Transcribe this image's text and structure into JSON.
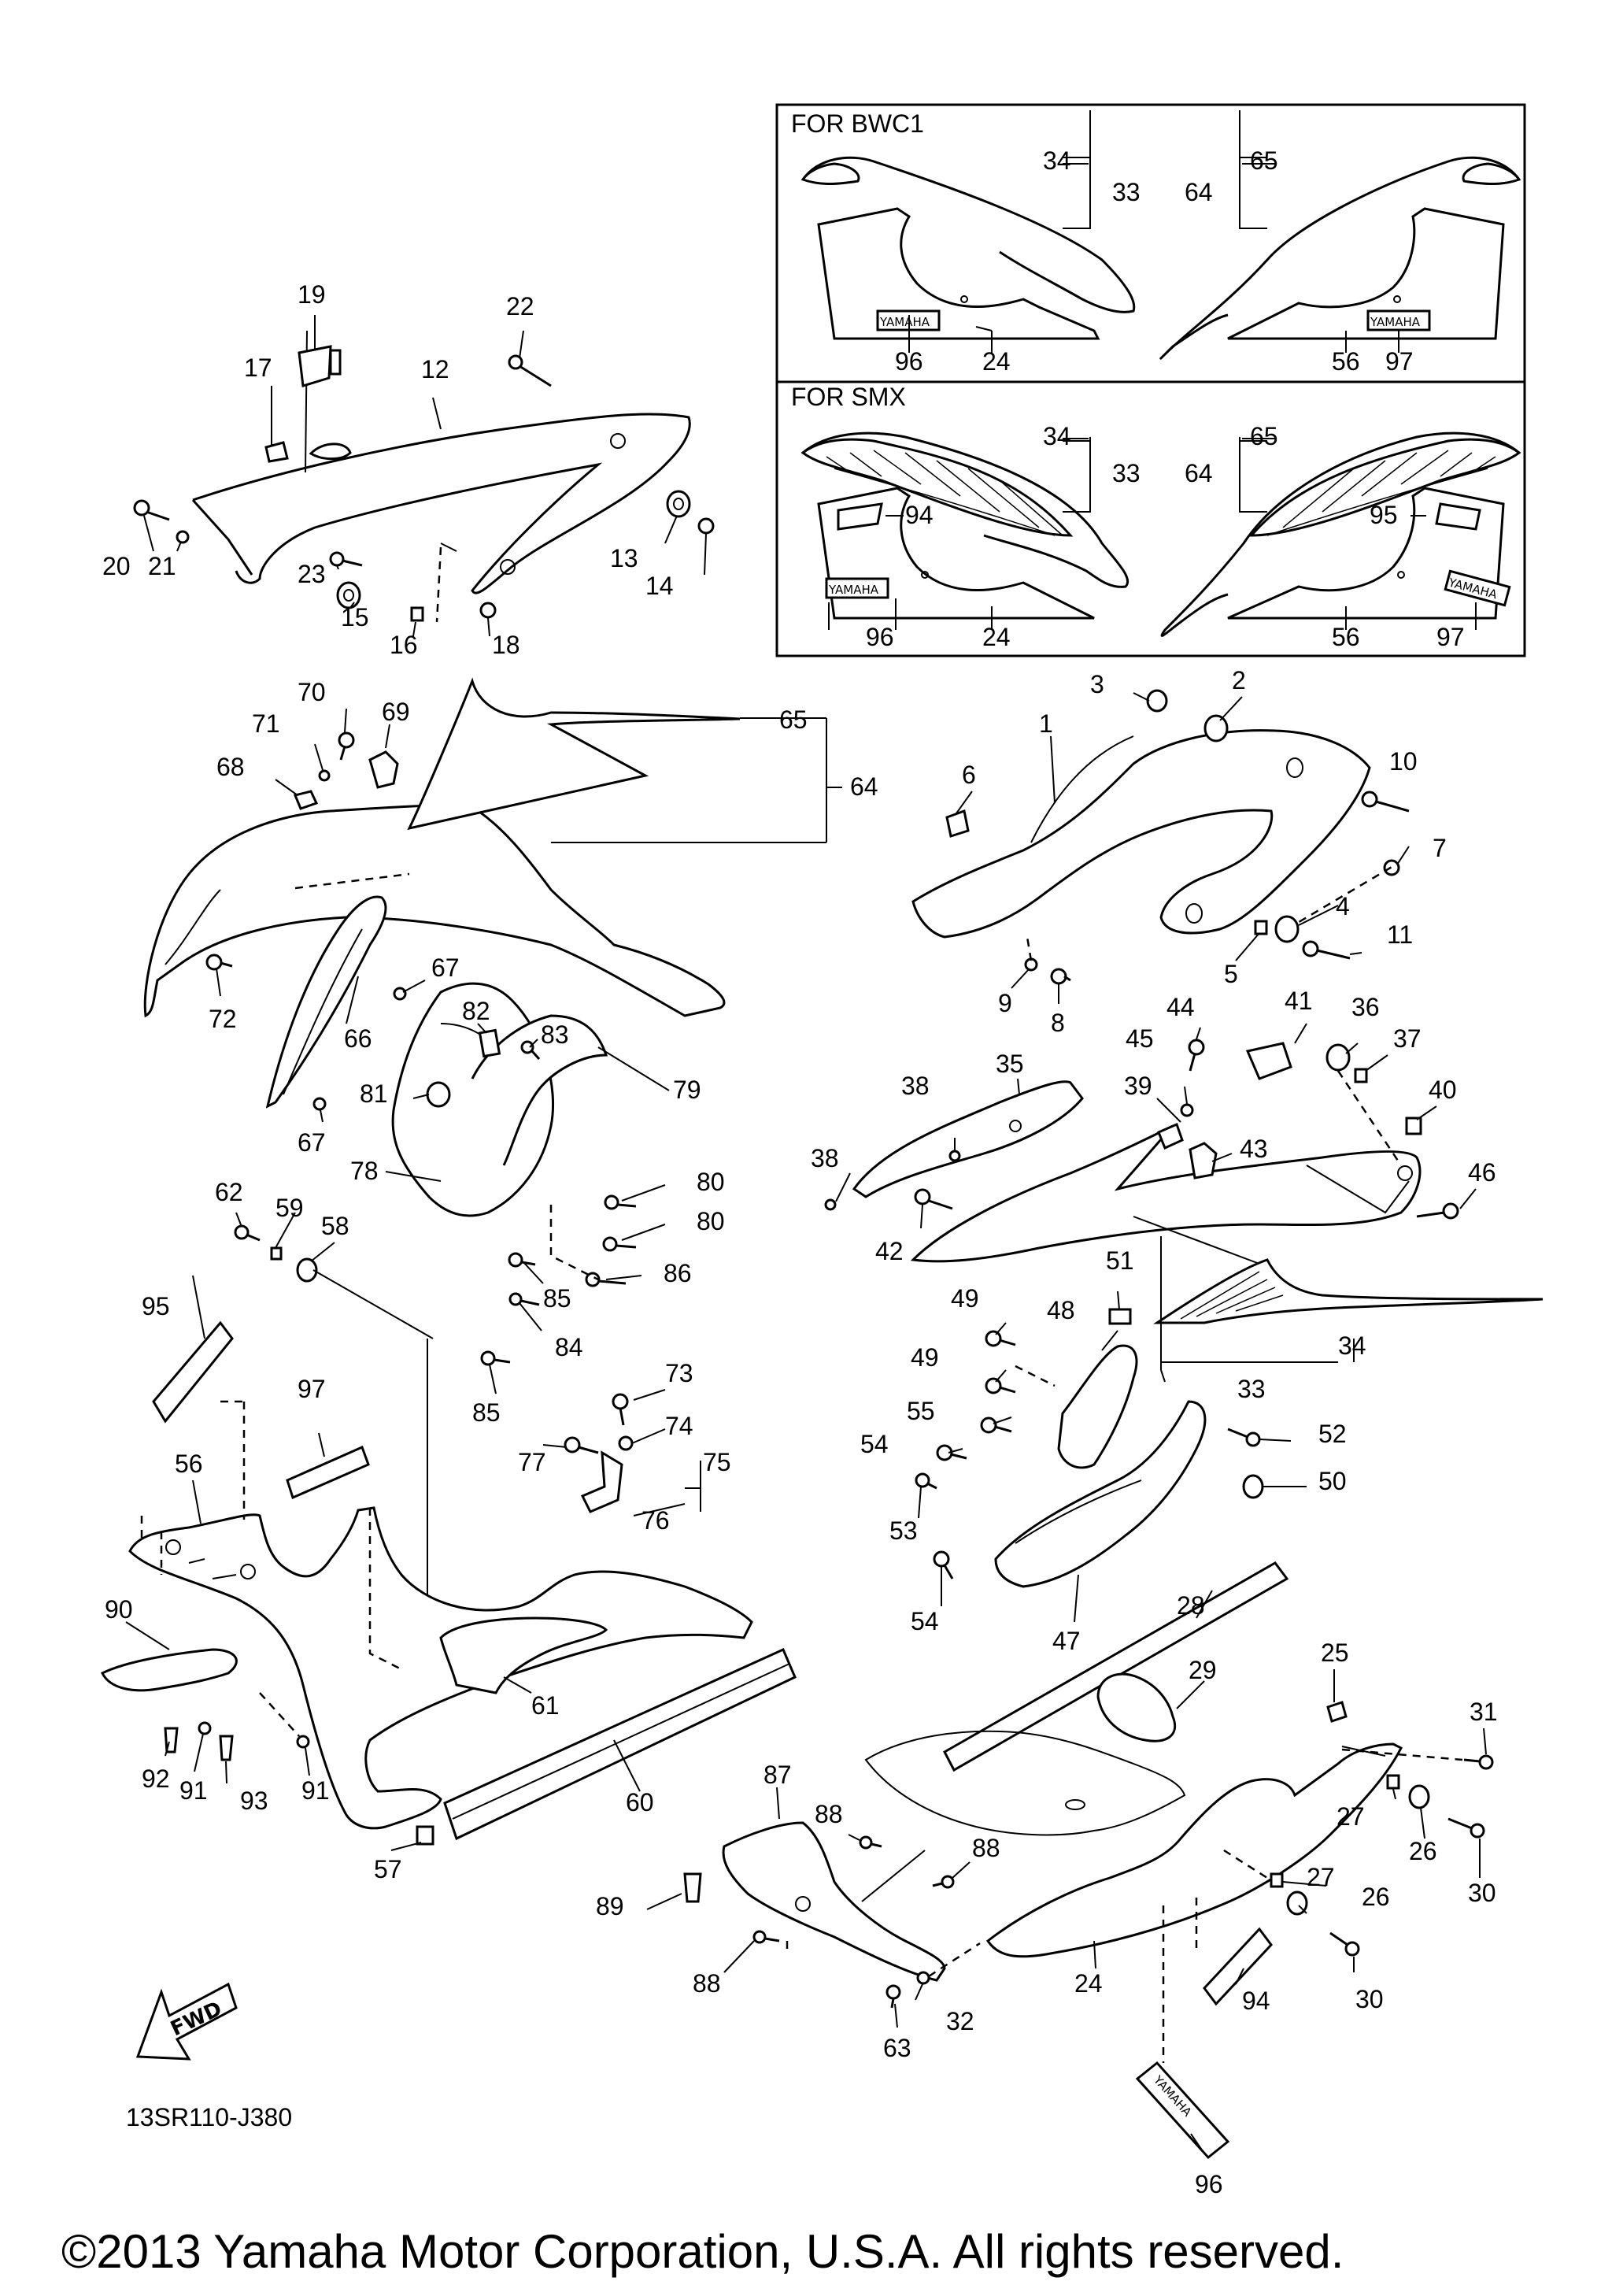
{
  "diagram_code": "13SR110-J380",
  "copyright": "©2013 Yamaha Motor Corporation, U.S.A. All rights reserved.",
  "insets": [
    {
      "title": "FOR BWC1"
    },
    {
      "title": "FOR SMX"
    }
  ],
  "fwd_label": "FWD",
  "decal_text": "YAMAHA",
  "callouts": [
    "1",
    "2",
    "3",
    "4",
    "5",
    "6",
    "7",
    "8",
    "9",
    "10",
    "11",
    "12",
    "13",
    "14",
    "15",
    "16",
    "17",
    "18",
    "19",
    "20",
    "21",
    "22",
    "23",
    "24",
    "25",
    "26",
    "27",
    "28",
    "29",
    "30",
    "31",
    "32",
    "33",
    "34",
    "35",
    "36",
    "37",
    "38",
    "39",
    "40",
    "41",
    "42",
    "43",
    "44",
    "45",
    "46",
    "47",
    "48",
    "49",
    "50",
    "51",
    "52",
    "53",
    "54",
    "55",
    "56",
    "57",
    "58",
    "59",
    "60",
    "61",
    "62",
    "63",
    "64",
    "65",
    "66",
    "67",
    "68",
    "69",
    "70",
    "71",
    "72",
    "73",
    "74",
    "75",
    "76",
    "77",
    "78",
    "79",
    "80",
    "81",
    "82",
    "83",
    "84",
    "85",
    "86",
    "87",
    "88",
    "89",
    "90",
    "91",
    "92",
    "93",
    "94",
    "95",
    "96",
    "97"
  ]
}
